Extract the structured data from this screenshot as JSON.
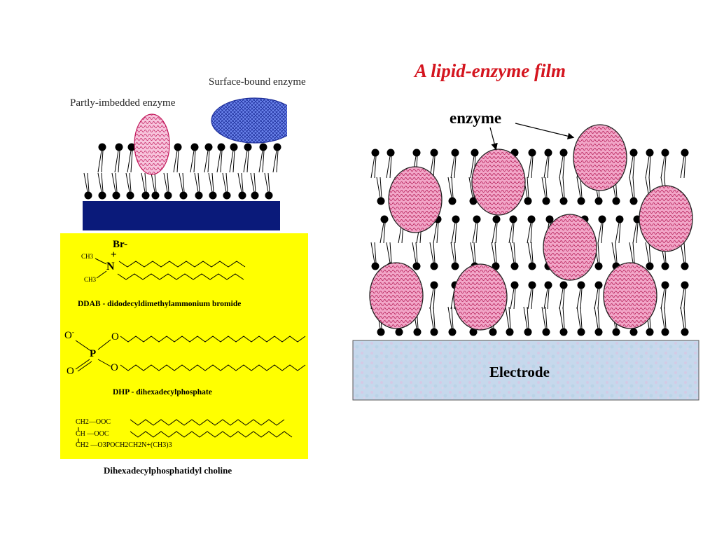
{
  "slide": {
    "title": "A lipid-enzyme film"
  },
  "left_diagram": {
    "label_partly_imbedded": "Partly-imbedded enzyme",
    "label_surface_bound": "Surface-bound enzyme"
  },
  "chem_panel": {
    "ddab": {
      "counter_ion": "Br-",
      "charge": "+",
      "methyl_top": "CH3",
      "methyl_bottom": "CH3",
      "nitrogen": "N",
      "caption": "DDAB - didodecyldimethylammonium bromide"
    },
    "dhp": {
      "o_minus": "O",
      "minus_sign": "-",
      "phosphorus": "P",
      "o_double": "O",
      "o_ester_top": "O",
      "o_ester_bottom": "O",
      "caption": "DHP - dihexadecylphosphate"
    },
    "pc": {
      "line1": "CH2—OOC",
      "line2": "CH  —OOC",
      "line3": "CH2 —O3POCH2CH2N+(CH3)3",
      "caption": "Dihexadecylphosphatidyl choline"
    }
  },
  "right_diagram": {
    "enzyme_label": "enzyme",
    "electrode_label": "Electrode"
  },
  "colors": {
    "title": "#d4141e",
    "panel": "#ffff00",
    "substrate": "#0a1a7a",
    "enzyme_fill": "#f2a6c8",
    "surface_enzyme_fill": "#5a78e6",
    "electrode_fill": "#c6d8ec"
  }
}
